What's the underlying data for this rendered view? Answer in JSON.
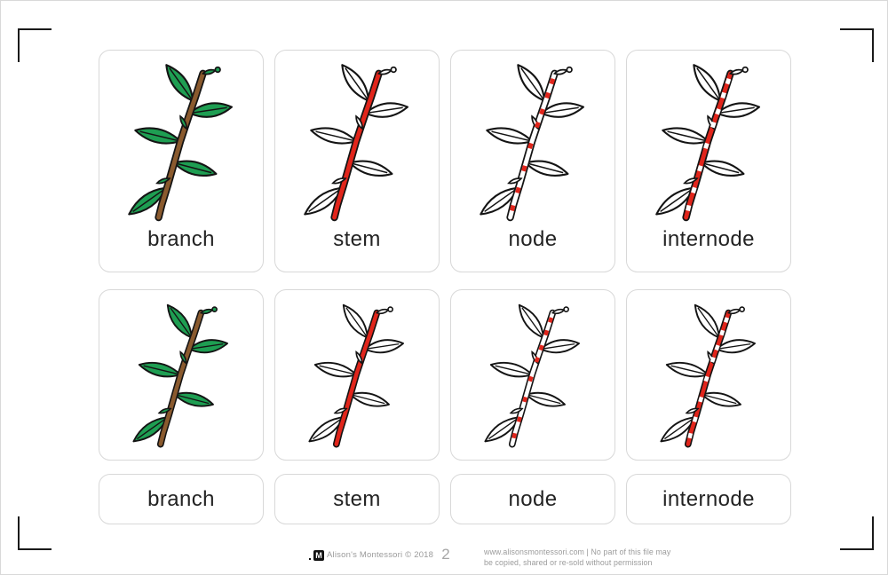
{
  "colors": {
    "leaf_green": "#1e9e52",
    "branch_brown": "#8a5a2e",
    "highlight_red": "#e1251b",
    "card_border": "#d8d8d8",
    "crop_mark": "#1a1a1a",
    "footer_gray": "#9b9b9b"
  },
  "rows": {
    "labeled_picture_cards": [
      {
        "label": "branch",
        "image": "twig-brown-stem-green-leaves"
      },
      {
        "label": "stem",
        "image": "twig-red-highlighted-stem-outline-leaves"
      },
      {
        "label": "node",
        "image": "twig-outline-with-red-node-marks"
      },
      {
        "label": "internode",
        "image": "twig-red-stem-with-white-node-gaps"
      }
    ],
    "picture_cards": [
      {
        "image": "twig-brown-stem-green-leaves"
      },
      {
        "image": "twig-red-highlighted-stem-outline-leaves"
      },
      {
        "image": "twig-outline-with-red-node-marks"
      },
      {
        "image": "twig-red-stem-with-white-node-gaps"
      }
    ],
    "label_cards": [
      {
        "label": "branch"
      },
      {
        "label": "stem"
      },
      {
        "label": "node"
      },
      {
        "label": "internode"
      }
    ]
  },
  "footer": {
    "logo_monogram": "M",
    "brand": "Alison's Montessori © 2018",
    "page_number": "2",
    "notice_line1": "www.alisonsmontessori.com | No part of this file may",
    "notice_line2": "be copied, shared or re-sold without permission"
  }
}
